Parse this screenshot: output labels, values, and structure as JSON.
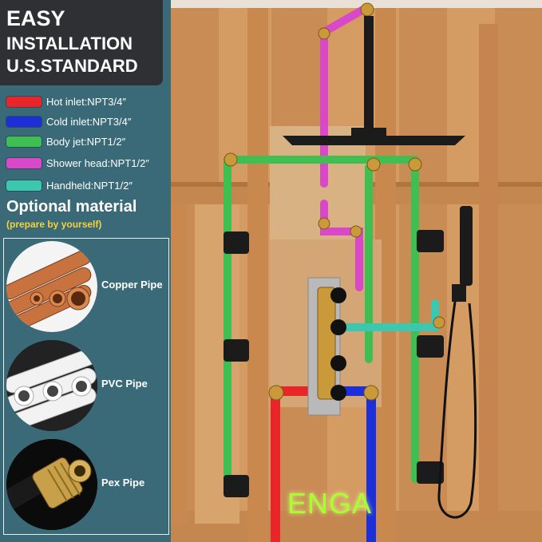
{
  "header": {
    "line1": "EASY",
    "line2": "INSTALLATION",
    "line3": "U.S.STANDARD"
  },
  "legend": [
    {
      "label": "Hot inlet:NPT3/4″",
      "color": "#e8262a"
    },
    {
      "label": "Cold inlet:NPT3/4″",
      "color": "#1d2fd8"
    },
    {
      "label": "Body jet:NPT1/2″",
      "color": "#3fbf52"
    },
    {
      "label": "Shower head:NPT1/2″",
      "color": "#d848c8"
    },
    {
      "label": "Handheld:NPT1/2″",
      "color": "#3bc7b0"
    }
  ],
  "optional": {
    "title": "Optional material",
    "subtitle": "(prepare by yourself)"
  },
  "materials": [
    {
      "label": "Copper Pipe",
      "icon": "copper-pipe-image"
    },
    {
      "label": "PVC Pipe",
      "icon": "pvc-pipe-image"
    },
    {
      "label": "Pex Pipe",
      "icon": "pex-pipe-image"
    }
  ],
  "brand": "ENGA",
  "colors": {
    "panel": "#3a6a78",
    "title_box": "#2f3033",
    "accent_yellow": "#f6d23a",
    "wood": "#c98d55"
  }
}
